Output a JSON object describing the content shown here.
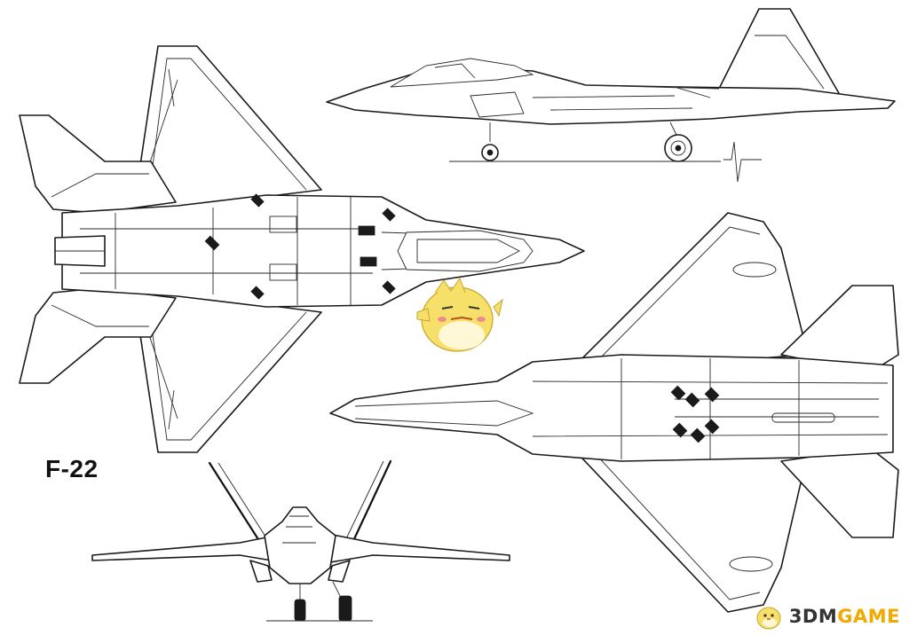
{
  "title": "F-22",
  "watermark": {
    "prefix": "3DM",
    "suffix": "GAME",
    "accent_color": "#f2a900",
    "mascot_color": "#f7e06a"
  },
  "line_color": "#1a1a1a",
  "background_color": "#ffffff",
  "views": [
    "top-view",
    "side-view",
    "front-view",
    "bottom-view"
  ]
}
